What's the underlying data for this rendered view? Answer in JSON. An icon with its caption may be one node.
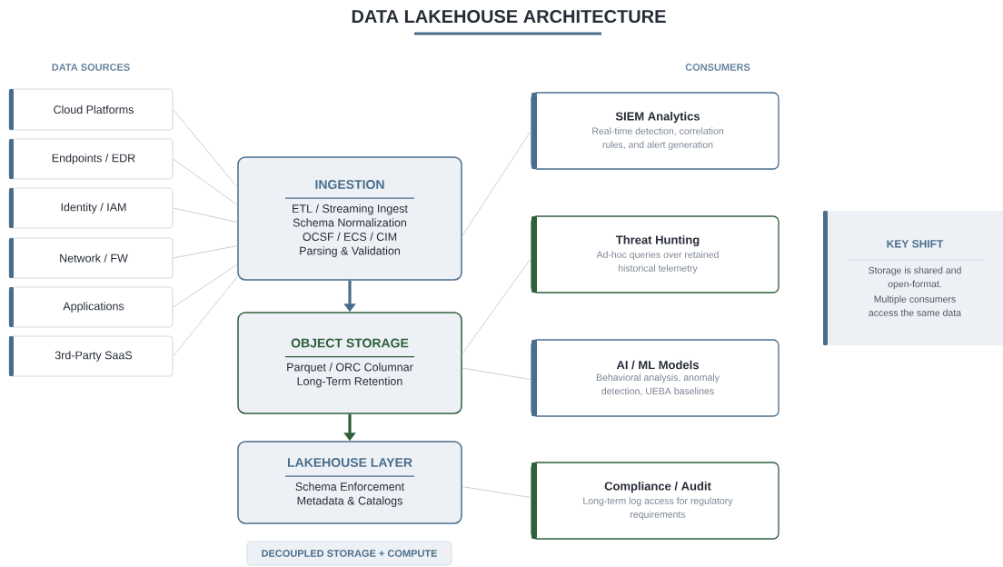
{
  "diagram": {
    "title": "DATA LAKEHOUSE ARCHITECTURE",
    "nodes": [
      {
        "text": [
          "Cloud Platforms"
        ]
      },
      {
        "text": [
          "Endpoints / EDR"
        ]
      },
      {
        "text": [
          "Identity / IAM"
        ]
      },
      {
        "text": [
          "Network / FW"
        ]
      },
      {
        "text": [
          "Applications"
        ]
      },
      {
        "text": [
          "3rd-Party SaaS"
        ]
      },
      {
        "text": [
          "INGESTION",
          "ETL / Streaming Ingest",
          "Schema Normalization",
          "OCSF / ECS / CIM",
          "Parsing & Validation"
        ]
      },
      {
        "text": [
          "OBJECT STORAGE",
          "Parquet / ORC Columnar",
          "Long-Term Retention"
        ]
      },
      {
        "text": [
          "LAKEHOUSE LAYER",
          "Schema Enforcement",
          "Metadata & Catalogs"
        ]
      },
      {
        "text": [
          "SIEM Analytics",
          "Real-time detection, correlation rules, and alert generation"
        ]
      },
      {
        "text": [
          "Threat Hunting",
          "Ad-hoc queries over retained historical telemetry"
        ]
      },
      {
        "text": [
          "AI / ML Models",
          "Behavioral analysis, anomaly detection, UEBA baselines"
        ]
      },
      {
        "text": [
          "Compliance / Audit",
          "Long-term log access for regulatory requirements"
        ]
      },
      {
        "text": [
          "KEY SHIFT",
          "Storage is shared and open-format.",
          "Multiple consumers access the same data"
        ]
      },
      {
        "text": [
          "DECOUPLED STORAGE + COMPUTE"
        ]
      }
    ],
    "edges": [
      {
        "from": 0,
        "to": 6,
        "arrow": "none"
      },
      {
        "from": 1,
        "to": 6,
        "arrow": "none"
      },
      {
        "from": 2,
        "to": 6,
        "arrow": "none"
      },
      {
        "from": 3,
        "to": 6,
        "arrow": "none"
      },
      {
        "from": 4,
        "to": 6,
        "arrow": "none"
      },
      {
        "from": 5,
        "to": 6,
        "arrow": "none"
      },
      {
        "from": 6,
        "to": 7,
        "arrow": "to",
        "style": "thick",
        "color": "#4a6d8c"
      },
      {
        "from": 7,
        "to": 8,
        "arrow": "to",
        "style": "thick",
        "color": "#2f5f3b"
      },
      {
        "from": 6,
        "to": 9,
        "arrow": "none"
      },
      {
        "from": 7,
        "to": 10,
        "arrow": "none"
      },
      {
        "from": 7,
        "to": 11,
        "arrow": "none"
      },
      {
        "from": 8,
        "to": 12,
        "arrow": "none"
      }
    ],
    "labels": [
      "DATA SOURCES",
      "CONSUMERS"
    ]
  }
}
